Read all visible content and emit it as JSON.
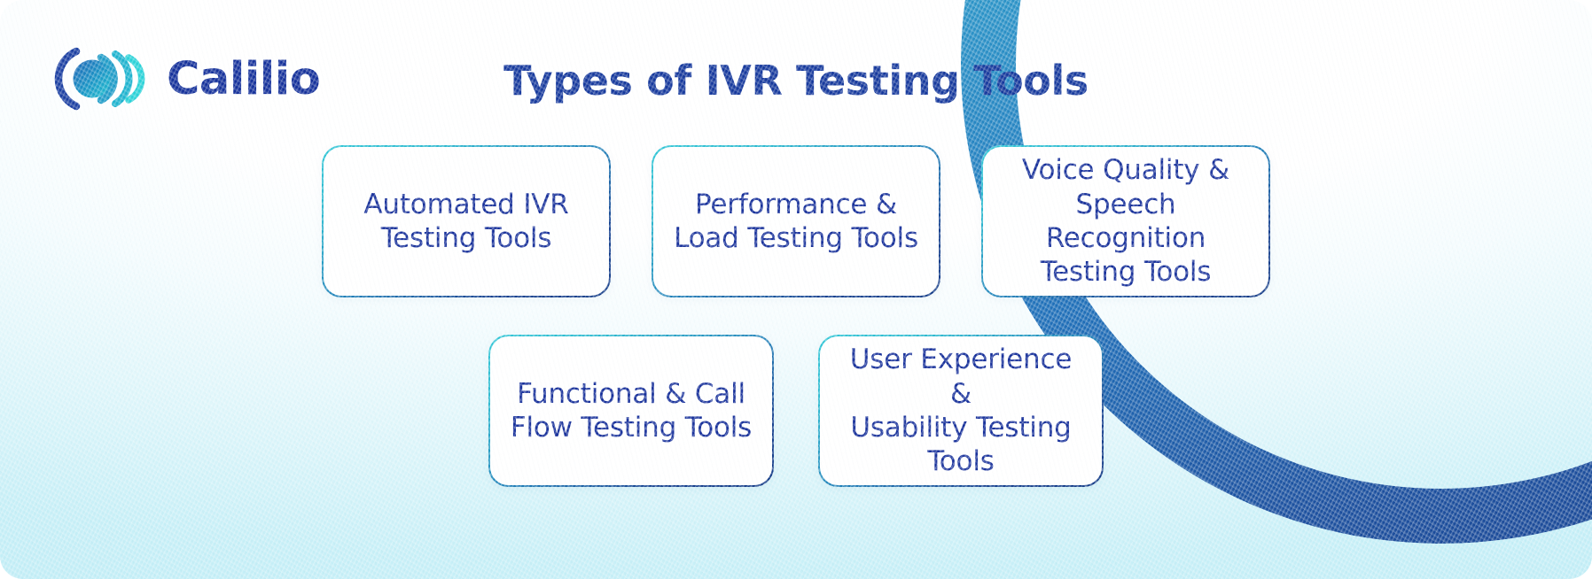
{
  "brand": {
    "name": "Calilio",
    "logo_icon": "calilio-soundwave-icon",
    "logo_colors": [
      "#1b40a0",
      "#1594c4",
      "#2ad2d8"
    ]
  },
  "header": {
    "title": "Types of IVR Testing Tools"
  },
  "colors": {
    "title_navy": "#15389c",
    "card_text": "#17309a",
    "card_border_start": "#2fc6d6",
    "card_border_end": "#123a86",
    "background_top": "#ffffff",
    "background_bottom": "#bdecf6",
    "deco_band_start": "#3fbfd8",
    "deco_band_end": "#17408f"
  },
  "decoration": {
    "band_icon": "corner-arc-band"
  },
  "cards": {
    "row_1": [
      {
        "label": "Automated IVR\nTesting Tools"
      },
      {
        "label": "Performance &\nLoad Testing Tools"
      },
      {
        "label": "Voice Quality &\nSpeech Recognition\nTesting Tools"
      }
    ],
    "row_2": [
      {
        "label": "Functional & Call\nFlow Testing Tools"
      },
      {
        "label": "User Experience &\nUsability Testing\nTools"
      }
    ]
  }
}
